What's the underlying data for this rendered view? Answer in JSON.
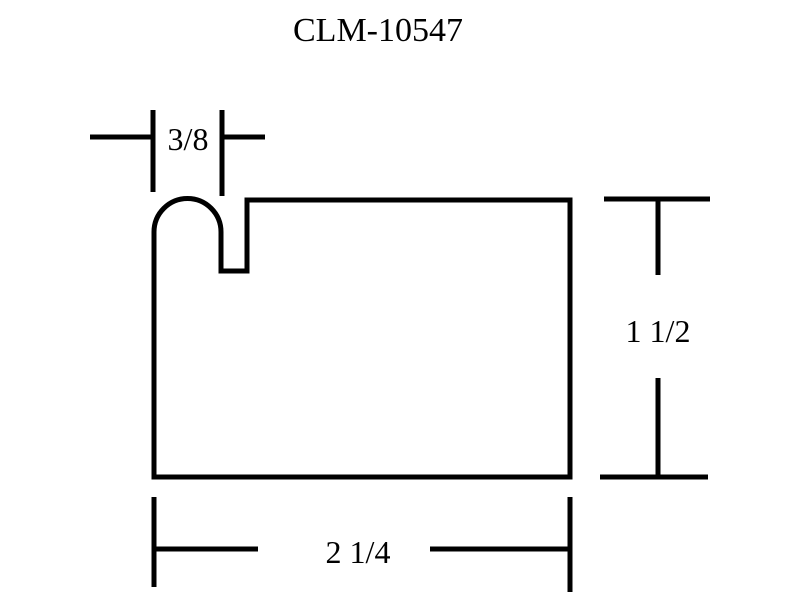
{
  "title": "CLM-10547",
  "dimensions": {
    "lip_width": "3/8",
    "height": "1 1/2",
    "width": "2 1/4"
  },
  "colors": {
    "line": "#000000",
    "background": "#ffffff"
  }
}
